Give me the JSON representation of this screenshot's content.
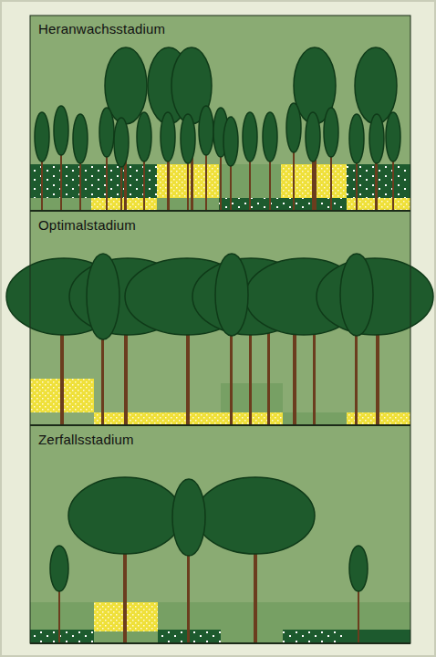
{
  "diagram": {
    "nodes": [
      {
        "text": [
          "Heranwachsstadium"
        ]
      },
      {
        "text": [
          "Optimalstadium"
        ]
      },
      {
        "text": [
          "Zerfallsstadium"
        ]
      }
    ]
  }
}
